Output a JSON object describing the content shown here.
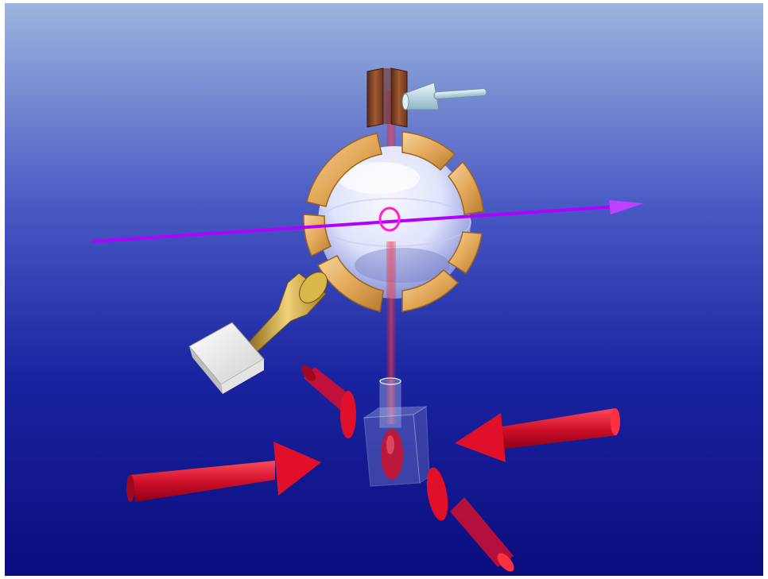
{
  "scene": {
    "description_items": [
      "background",
      "probe-laser-beam",
      "magnetic-coil-ring",
      "glass-sphere-chamber",
      "rf-cavity-plates",
      "small-horn-antenna",
      "large-horn-antenna",
      "vapor-cell",
      "cooling-beam-arrows"
    ],
    "colors": {
      "bg_top": "#9db4de",
      "bg_mid": "#3a47b8",
      "bg_bottom": "#0a0d7e",
      "probe_beam": "#b000ff",
      "red_beam": "#e0102a",
      "coil_gold": "#e9b768",
      "copper": "#8a4a28",
      "brass": "#c8a23a",
      "silver": "#c8dfe8",
      "detector_white": "#f2f2f2"
    }
  }
}
